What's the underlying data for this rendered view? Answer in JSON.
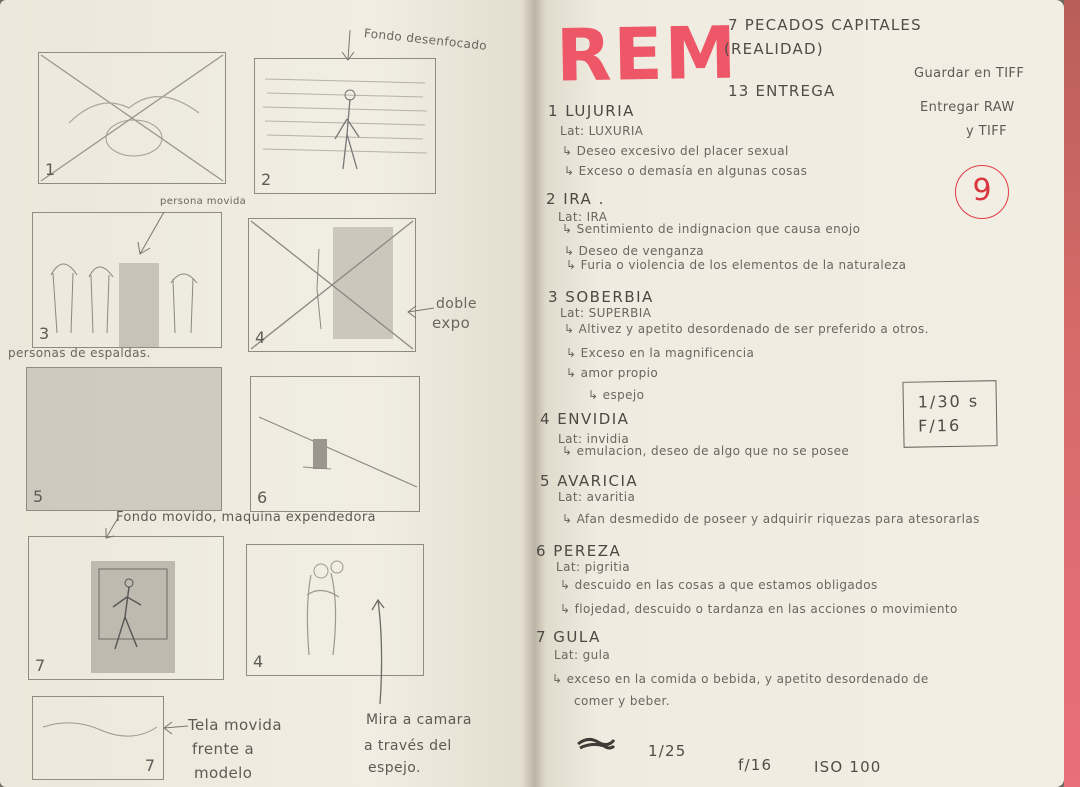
{
  "left_page": {
    "notes": {
      "fondo_desenfocado": "Fondo desenfocado",
      "persona_movida": "persona movida",
      "doble_expo": [
        "doble",
        "expo"
      ],
      "personas_espaldas": "personas de espaldas.",
      "fondo_movido": "Fondo movido, maquina expendedora",
      "tela_movida": [
        "Tela movida",
        "frente a",
        "modelo"
      ],
      "mira_camara": [
        "Mira a camara",
        "a través del",
        "espejo."
      ]
    },
    "frames": [
      {
        "number": "1"
      },
      {
        "number": "2"
      },
      {
        "number": "3"
      },
      {
        "number": "4"
      },
      {
        "number": "5"
      },
      {
        "number": "6"
      },
      {
        "number": "7"
      },
      {
        "number": "4"
      },
      {
        "number": "7"
      }
    ]
  },
  "right_page": {
    "brand": "REM",
    "header": {
      "line1": "7 PECADOS CAPITALES",
      "line2": "(REALIDAD)",
      "delivery": "13 ENTREGA",
      "save_tiff": "Guardar en TIFF",
      "deliver_raw_1": "Entregar RAW",
      "deliver_raw_2": "y TIFF",
      "circled_number": "9"
    },
    "sins": [
      {
        "title": "1 LUJURIA",
        "lat": "Lat: LUXURIA",
        "items": [
          "Deseo excesivo del placer sexual",
          "Exceso o demasía en algunas cosas"
        ]
      },
      {
        "title": "2 IRA .",
        "lat": "Lat: IRA",
        "items": [
          "Sentimiento de indignacion que causa enojo",
          "Deseo de venganza",
          "Furia o violencia de los elementos de la naturaleza"
        ]
      },
      {
        "title": "3 SOBERBIA",
        "lat": "Lat: SUPERBIA",
        "items": [
          "Altivez y apetito desordenado de ser preferido a otros.",
          "Exceso en la magnificencia",
          "amor propio",
          "espejo"
        ]
      },
      {
        "title": "4 ENVIDIA",
        "lat": "Lat: invidia",
        "items": [
          "emulacion, deseo de algo que no se posee"
        ]
      },
      {
        "title": "5 AVARICIA",
        "lat": "Lat: avaritia",
        "items": [
          "Afan desmedido de poseer y adquirir riquezas para atesorarlas"
        ]
      },
      {
        "title": "6 PEREZA",
        "lat": "Lat: pigritia",
        "items": [
          "descuido en las cosas a que estamos obligados",
          "flojedad, descuido o tardanza en las acciones o movimiento"
        ]
      },
      {
        "title": "7 GULA",
        "lat": "Lat: gula",
        "items": [
          "exceso en la comida o bebida, y apetito desordenado de",
          "comer y beber."
        ]
      }
    ],
    "exposure_box": [
      "1/30 s",
      "F/16"
    ],
    "footer": {
      "shutter": "1/25",
      "aperture": "f/16",
      "iso": "ISO 100"
    }
  }
}
